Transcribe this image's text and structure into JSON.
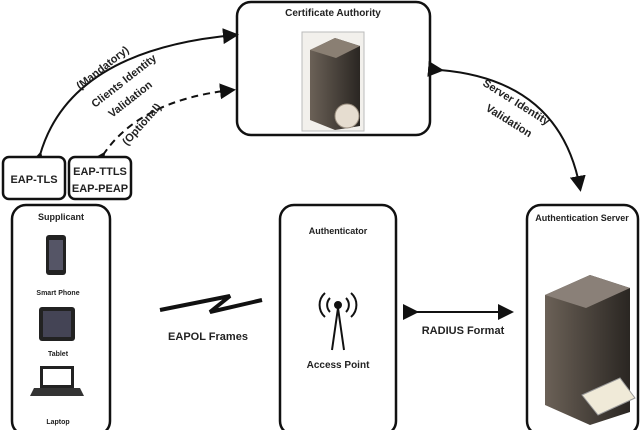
{
  "certificate_authority": {
    "title": "Certificate Authority"
  },
  "client_validation": {
    "mandatory": "(Mandatory)",
    "line1": "Clients Identity",
    "line2": "Validation",
    "optional": "(Optional)"
  },
  "server_validation": {
    "line1": "Server Identity",
    "line2": "Validation"
  },
  "eap_tls": {
    "label": "EAP-TLS"
  },
  "eap_tunnel": {
    "line1": "EAP-TTLS",
    "line2": "EAP-PEAP"
  },
  "supplicant": {
    "title": "Supplicant",
    "devices": [
      "Smart Phone",
      "Tablet",
      "Laptop"
    ]
  },
  "eapol": {
    "label": "EAPOL Frames"
  },
  "authenticator": {
    "title": "Authenticator",
    "device": "Access Point"
  },
  "radius": {
    "label": "RADIUS Format"
  },
  "auth_server": {
    "title": "Authentication Server"
  }
}
